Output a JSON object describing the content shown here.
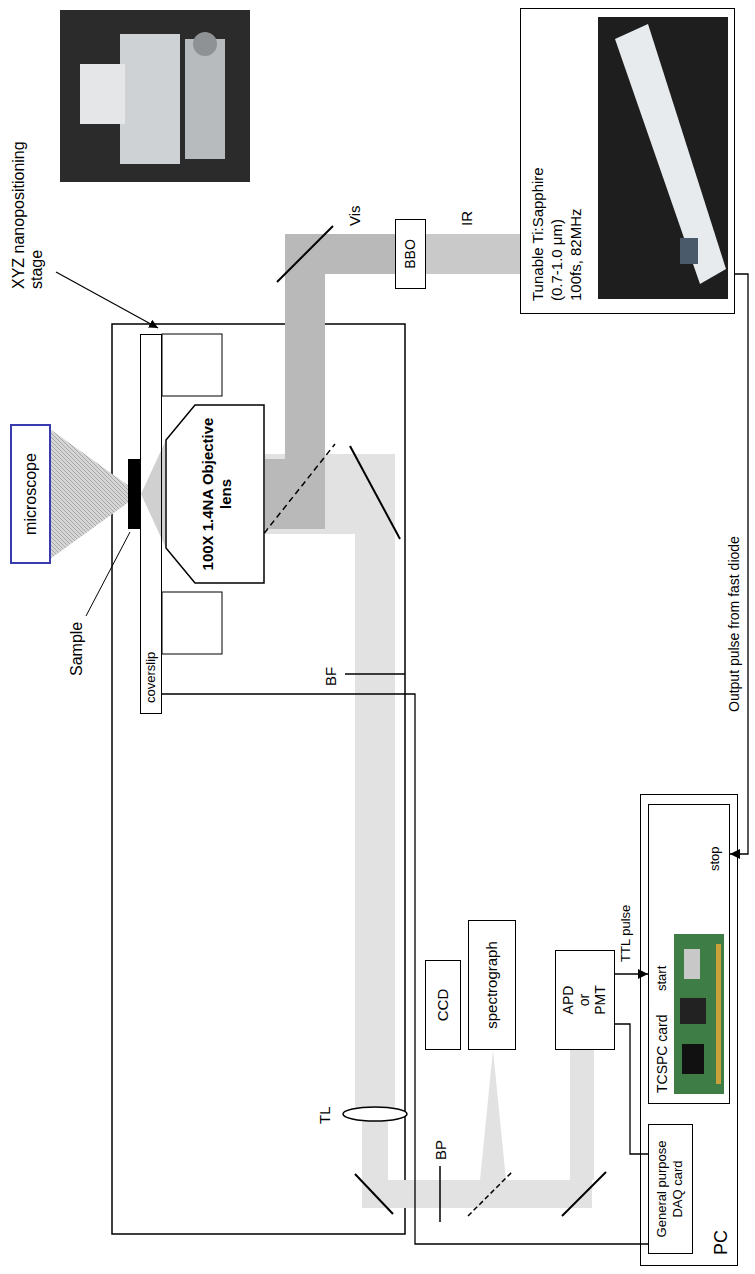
{
  "diagram": {
    "nodes": [
      {
        "text": [
          "microscope"
        ]
      },
      {
        "text": [
          "coverslip"
        ]
      },
      {
        "text": [
          "100X 1.4NA Objective lens"
        ]
      },
      {
        "text": [
          "BBO"
        ]
      },
      {
        "text": [
          "Tunable Ti:Sapphire",
          "(0.7-1.0 μm)",
          "100fs, 82MHz"
        ]
      },
      {
        "text": [
          "CCD"
        ]
      },
      {
        "text": [
          "spectrograph"
        ]
      },
      {
        "text": [
          "APD or PMT"
        ]
      },
      {
        "text": [
          "PC"
        ]
      },
      {
        "text": [
          "General purpose DAQ card"
        ],
        "in": 8
      },
      {
        "text": [
          "TCSPC card",
          "stop",
          "start"
        ],
        "in": 8
      }
    ],
    "edges": [
      {
        "from": 4,
        "to": 10,
        "label": "Output pulse from fast diode",
        "arrow": "to"
      },
      {
        "from": 7,
        "to": 10,
        "label": "TTL pulse",
        "arrow": "to"
      },
      {
        "from": 1,
        "to": 9,
        "arrow": "none"
      },
      {
        "from": 7,
        "to": 9,
        "arrow": "none"
      }
    ],
    "labels": [
      "XYZ nanopositioning stage",
      "Sample",
      "IR",
      "Vis",
      "BF",
      "TL",
      "BP"
    ]
  }
}
